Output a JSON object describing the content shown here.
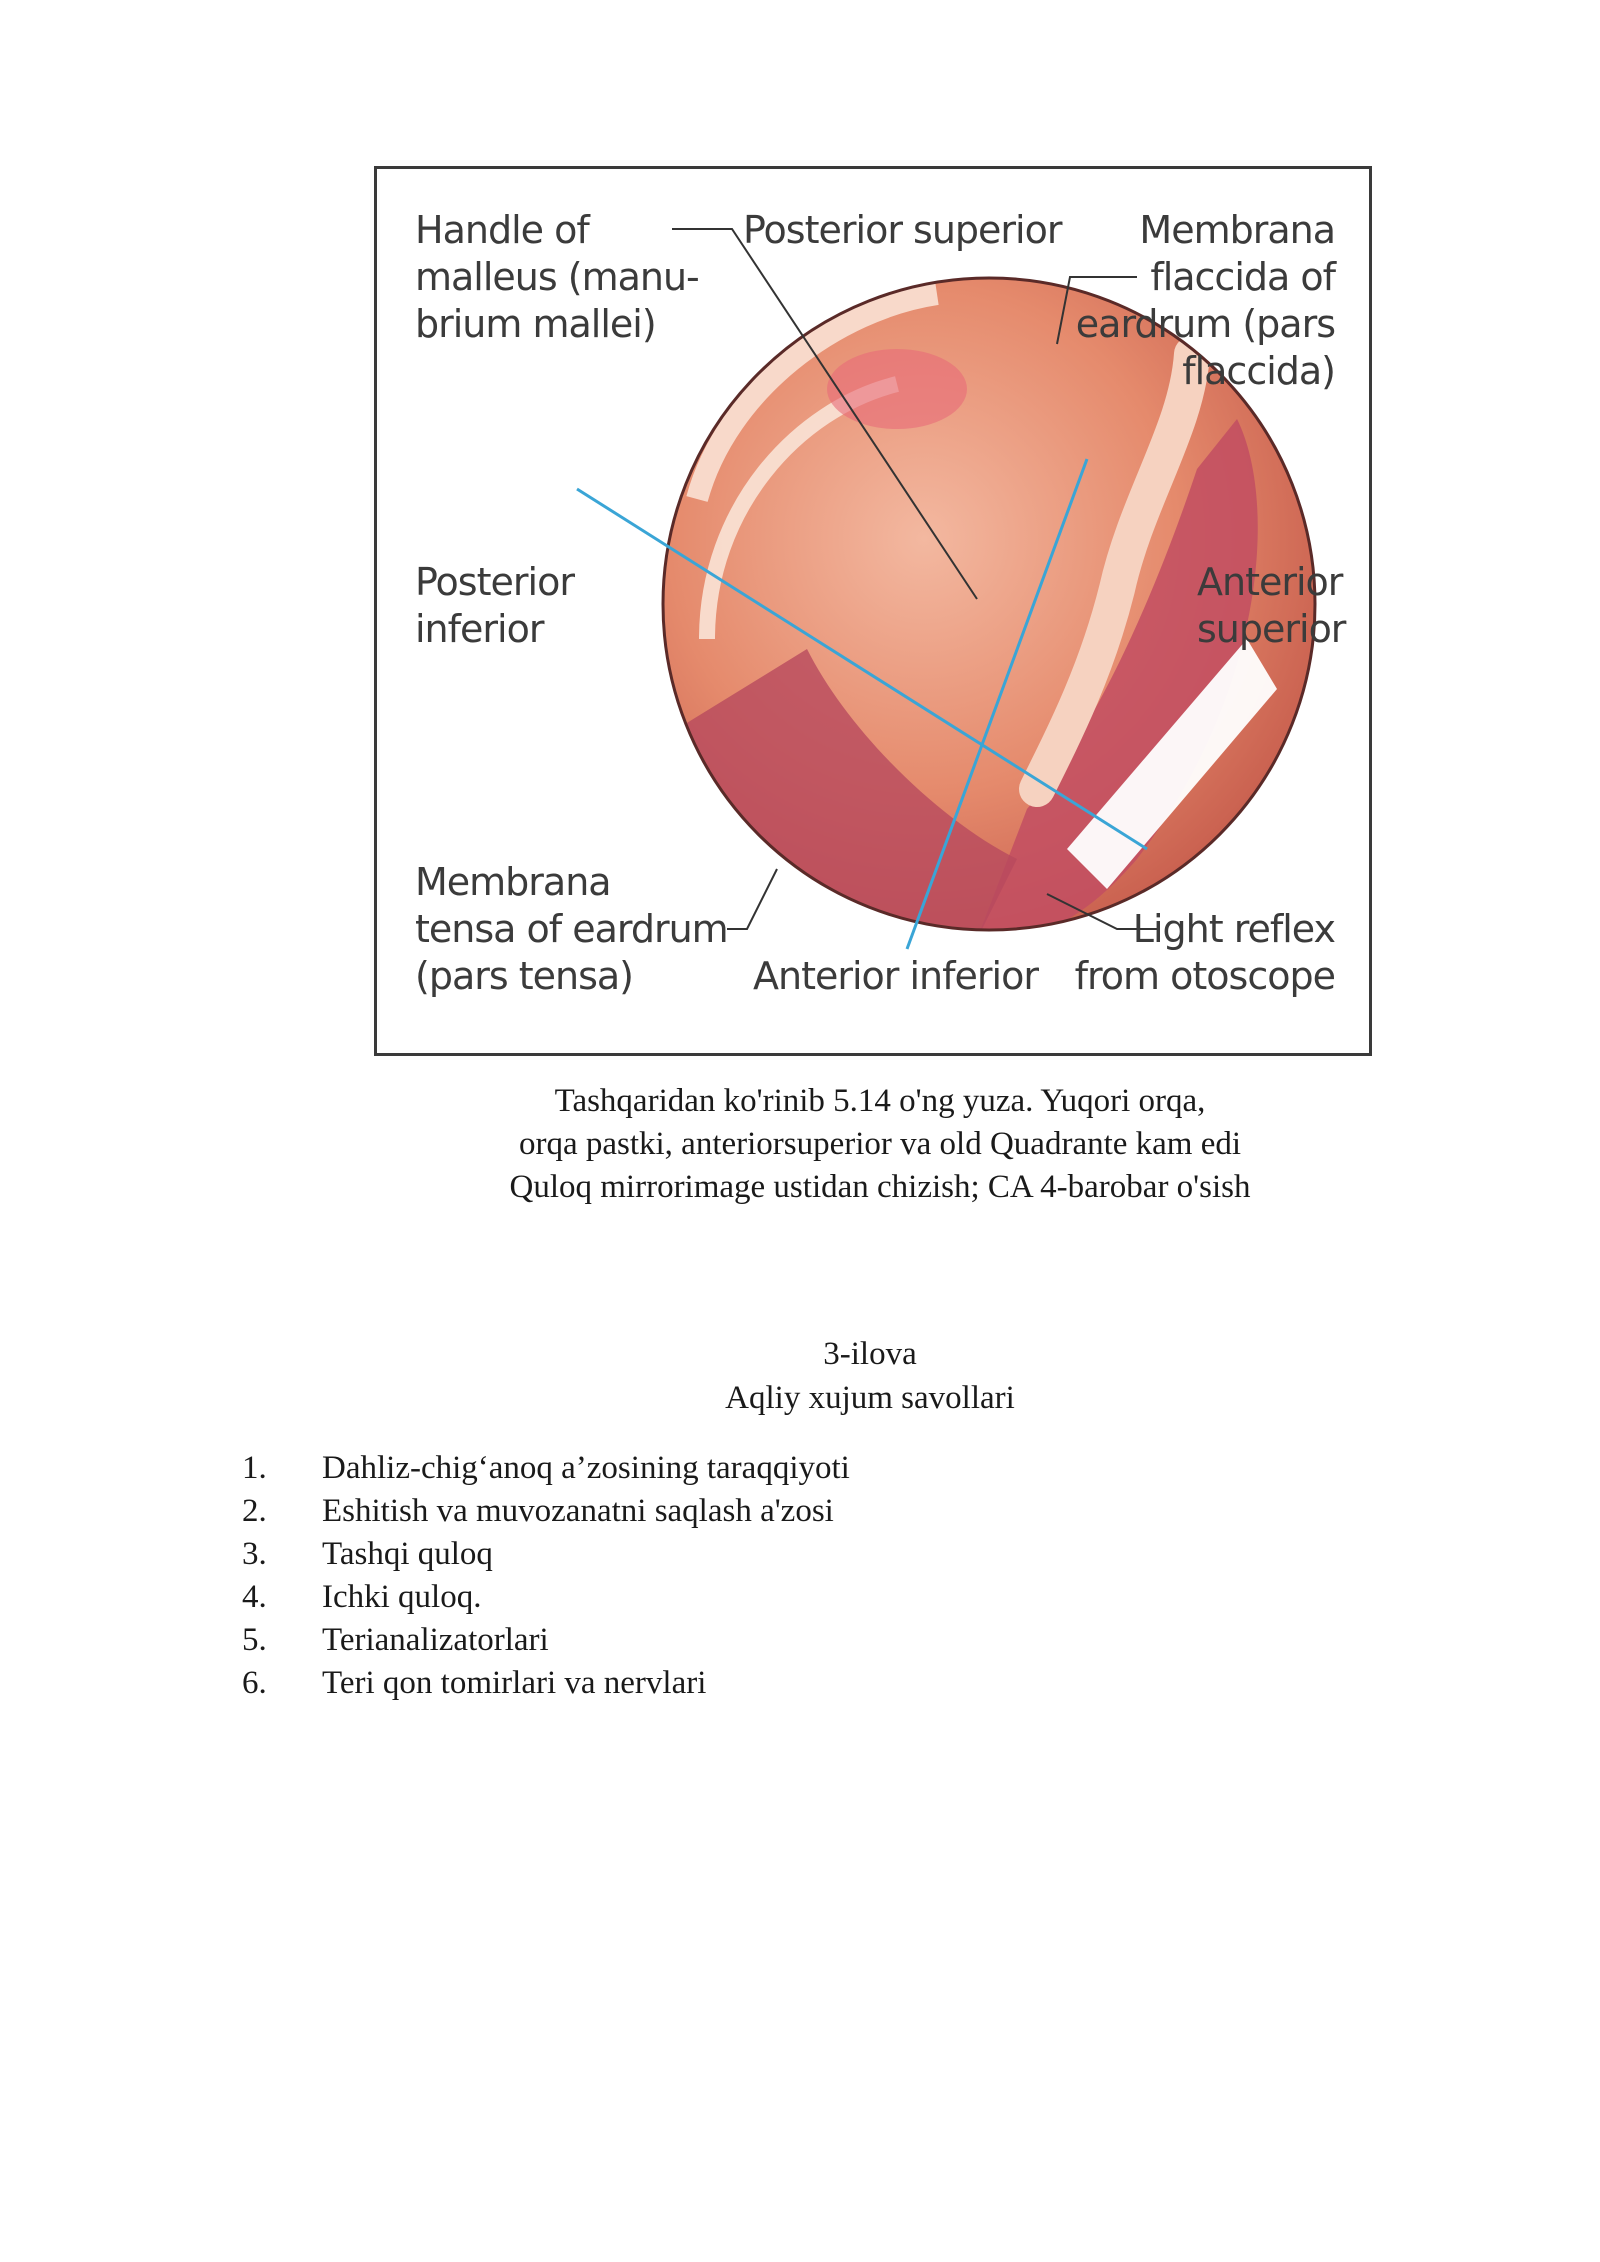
{
  "figure": {
    "labels": {
      "handle_of_malleus": [
        "Handle of",
        "malleus (manu-",
        "brium mallei)"
      ],
      "posterior_superior": "Posterior superior",
      "pars_flaccida": [
        "Membrana",
        "flaccida of",
        "eardrum (pars",
        "flaccida)"
      ],
      "posterior_inferior": [
        "Posterior",
        "inferior"
      ],
      "anterior_superior": [
        "Anterior",
        "superior"
      ],
      "pars_tensa": [
        "Membrana",
        "tensa of eardrum",
        "(pars tensa)"
      ],
      "anterior_inferior": "Anterior inferior",
      "light_reflex": [
        "Light reflex",
        "from otoscope"
      ]
    },
    "colors": {
      "tympanum": "#e58a6c",
      "membrane_dark": "#c24d62",
      "malleus": "#f6d2c0",
      "quadrant_line": "#3aa5d6"
    },
    "caption": [
      "Tashqaridan ko'rinib 5.14 o'ng yuza. Yuqori orqa,",
      "orqa pastki, anteriorsuperior va old Quadrante kam edi",
      "Quloq mirrorimage ustidan chizish; CA 4-barobar o'sish"
    ]
  },
  "appendix": {
    "label": "3-ilova",
    "title": "Aqliy xujum savollari",
    "questions": [
      {
        "num": "1.",
        "text": "Dahliz-chig‘anoq a’zosining taraqqiyoti"
      },
      {
        "num": "2.",
        "text": "Eshitish va muvozanatni saqlash a'zosi"
      },
      {
        "num": "3.",
        "text": "Tashqi quloq"
      },
      {
        "num": "4.",
        "text": "Ichki quloq."
      },
      {
        "num": "5.",
        "text": "Terianalizatorlari"
      },
      {
        "num": "6.",
        "text": "Teri qon tomirlari va nervlari"
      }
    ]
  }
}
